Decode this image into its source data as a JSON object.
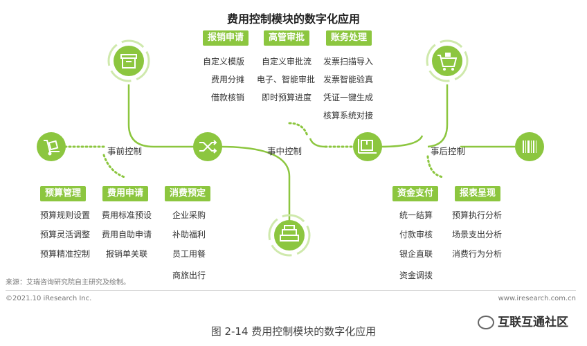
{
  "title": "费用控制模块的数字化应用",
  "stages": {
    "pre": "事前控制",
    "mid": "事中控制",
    "post": "事后控制"
  },
  "top_groups": [
    {
      "label": "报销申请",
      "items": [
        "自定义模版",
        "费用分摊",
        "借款核销"
      ]
    },
    {
      "label": "高管审批",
      "items": [
        "自定义审批流",
        "电子、智能审批",
        "即时预算进度"
      ]
    },
    {
      "label": "账务处理",
      "items": [
        "发票扫描导入",
        "发票智能验真",
        "凭证一键生成",
        "核算系统对接"
      ]
    }
  ],
  "bottom_left_groups": [
    {
      "label": "预算管理",
      "items": [
        "预算规则设置",
        "预算灵活调整",
        "预算精准控制"
      ]
    },
    {
      "label": "费用申请",
      "items": [
        "费用标准预设",
        "费用自助申请",
        "报销单关联"
      ]
    },
    {
      "label": "消费预定",
      "items": [
        "企业采购",
        "补助福利",
        "员工用餐",
        "商旅出行"
      ]
    }
  ],
  "bottom_right_groups": [
    {
      "label": "资金支付",
      "items": [
        "统一结算",
        "付款审核",
        "银企直联",
        "资金调拨"
      ]
    },
    {
      "label": "报表呈现",
      "items": [
        "预算执行分析",
        "场景支出分析",
        "消费行为分析"
      ]
    }
  ],
  "icons": [
    "box-icon",
    "shopping-cart-icon",
    "hand-truck-icon",
    "shuffle-icon",
    "cash-stack-icon",
    "delivery-box-icon",
    "barcode-icon"
  ],
  "colors": {
    "accent": "#8cc63f",
    "line": "#8cc63f"
  },
  "footer": {
    "source": "来源：艾瑞咨询研究院自主研究及绘制。",
    "copyright": "©2021.10 iResearch Inc.",
    "url": "www.iresearch.com.cn",
    "figure_caption": "图 2-14  费用控制模块的数字化应用",
    "watermark": "互联互通社区"
  }
}
